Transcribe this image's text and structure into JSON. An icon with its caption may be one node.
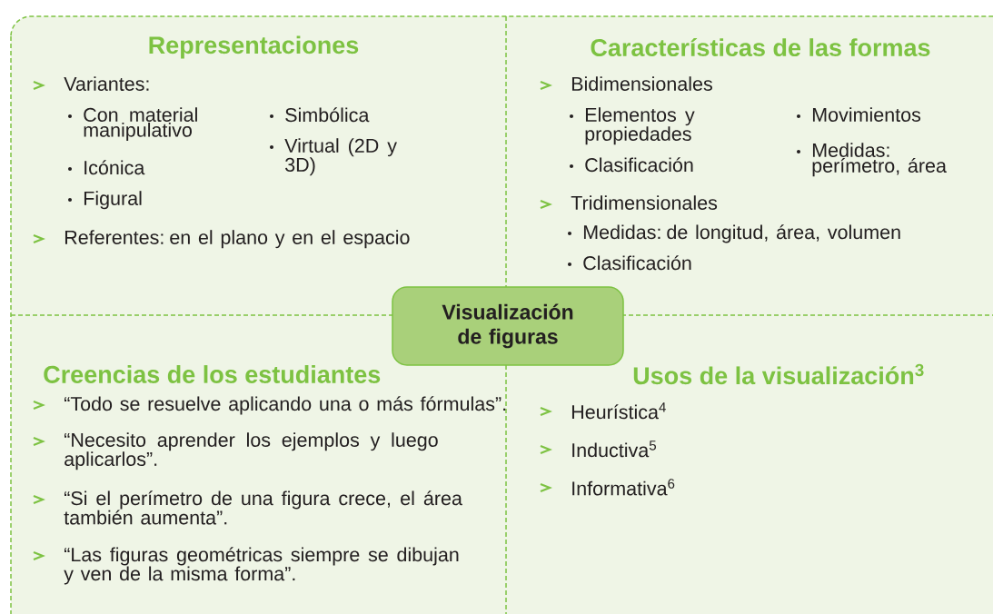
{
  "diagram": {
    "nodes": [
      {
        "text": [
          "Representaciones",
          "Variantes:",
          "Con material manipulativo",
          "Icónica",
          "Figural",
          "Simbólica",
          "Virtual (2D y 3D)",
          "Referentes: en el plano y en el espacio"
        ]
      },
      {
        "text": [
          "Características de las formas",
          "Bidimensionales",
          "Elementos y propiedades",
          "Clasificación",
          "Movimientos",
          "Medidas: perímetro, área",
          "Tridimensionales",
          "Medidas: de longitud, área, volumen",
          "Clasificación"
        ]
      },
      {
        "text": [
          "Visualización de figuras"
        ]
      },
      {
        "text": [
          "Creencias de los estudiantes",
          "“Todo se resuelve aplicando una o más fórmulas”.",
          "“Necesito aprender los ejemplos y luego aplicarlos”.",
          "“Si el perímetro de una figura crece, el área también aumenta”.",
          "“Las figuras geométricas siempre se dibujan y ven de la misma forma”."
        ]
      },
      {
        "text": [
          "Usos de la visualización$^{3}$",
          "Heurística$^{4}$",
          "Inductiva$^{5}$",
          "Informativa$^{6}$"
        ]
      }
    ]
  }
}
